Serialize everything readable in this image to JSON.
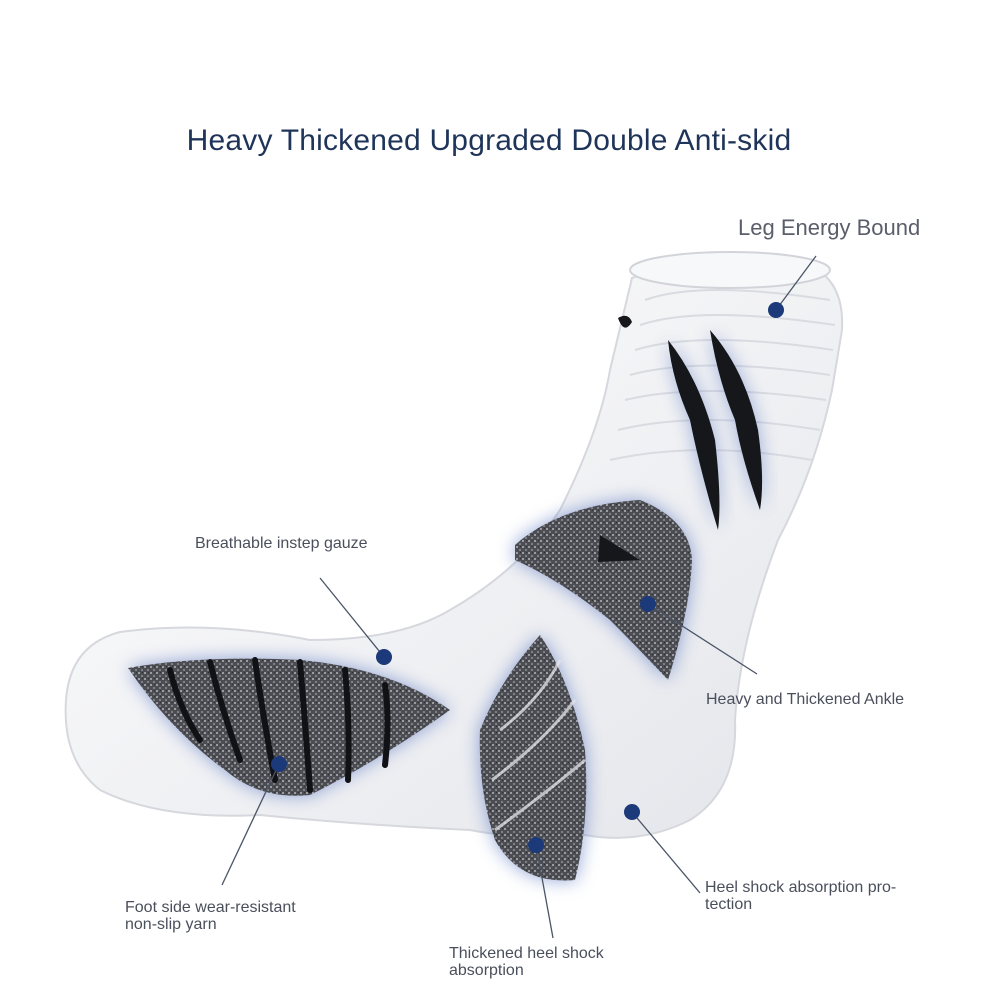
{
  "title": "Heavy Thickened Upgraded Double Anti-skid",
  "callouts": {
    "leg_energy": "Leg Energy Bound",
    "instep": "Breathable instep gauze",
    "ankle": "Heavy and Thickened Ankle",
    "foot_side": [
      "Foot side wear-resistant",
      "non-slip yarn"
    ],
    "heel_protection": [
      "Heel shock absorption pro-",
      "tection"
    ],
    "heel_shock": [
      "Thickened heel shock",
      "absorption"
    ]
  },
  "colors": {
    "title": "#1f3459",
    "marker": "#1c3a7a",
    "sock": "#f2f3f6",
    "padding": "#4b4d52",
    "glow": "#3d5fb8"
  }
}
